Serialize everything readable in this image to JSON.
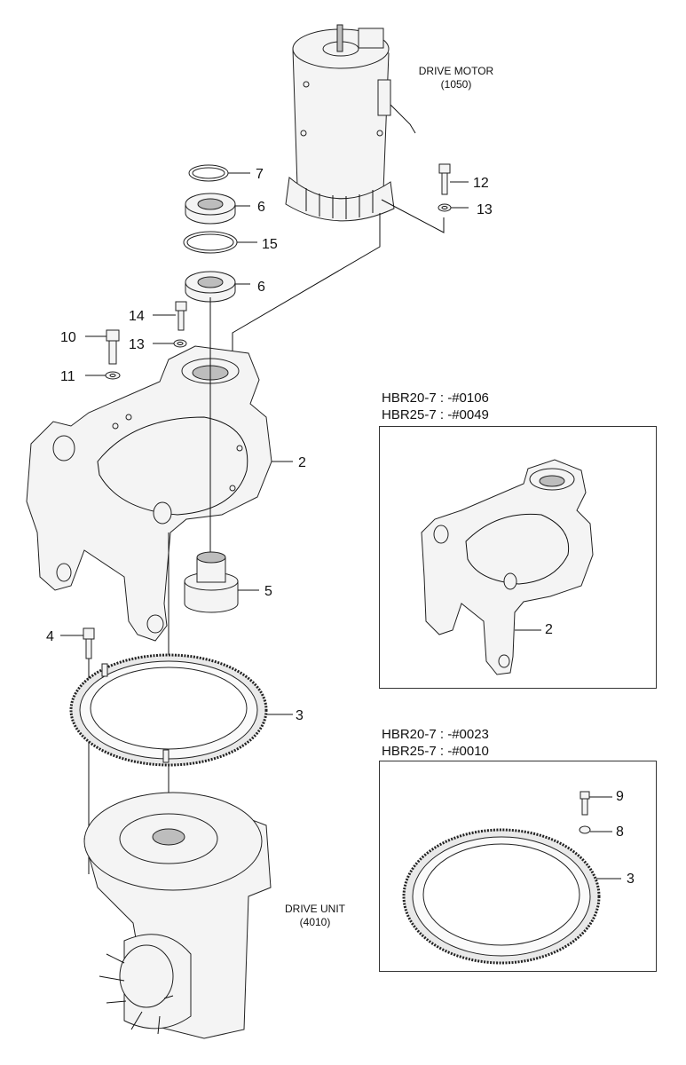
{
  "components": {
    "drive_motor": {
      "name": "DRIVE MOTOR",
      "code": "(1050)"
    },
    "drive_unit": {
      "name": "DRIVE UNIT",
      "code": "(4010)"
    }
  },
  "callouts": {
    "c7": "7",
    "c6a": "6",
    "c15": "15",
    "c6b": "6",
    "c12": "12",
    "c13a": "13",
    "c14": "14",
    "c10": "10",
    "c13b": "13",
    "c11": "11",
    "c2": "2",
    "c5": "5",
    "c4": "4",
    "c3": "3"
  },
  "inset_upper": {
    "line1": "HBR20-7 : -#0106",
    "line2": "HBR25-7 : -#0049",
    "callout_part": "2"
  },
  "inset_lower": {
    "line1": "HBR20-7 : -#0023",
    "line2": "HBR25-7 : -#0010",
    "callout_9": "9",
    "callout_8": "8",
    "callout_3": "3"
  }
}
